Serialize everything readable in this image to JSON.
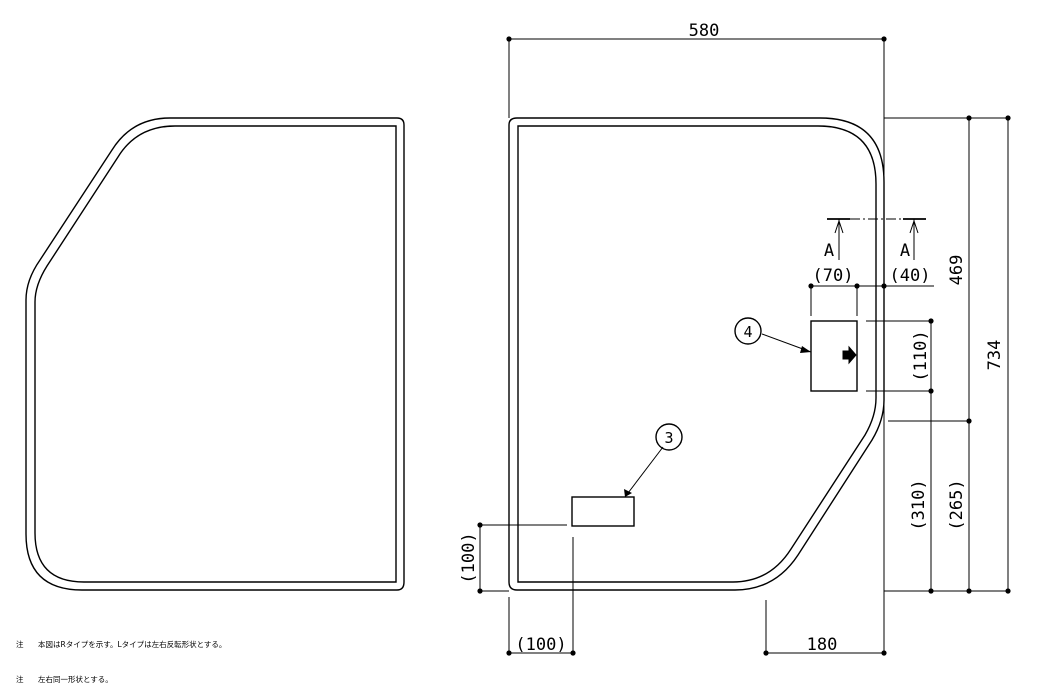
{
  "dimensions": {
    "overall_width": "580",
    "overall_height": "734",
    "upper_height": "469",
    "offset_70": "(70)",
    "offset_40": "(40)",
    "height_110": "(110)",
    "lower_310": "(310)",
    "lower_265": "(265)",
    "left_100_vertical": "(100)",
    "left_100_horizontal": "(100)",
    "bottom_180": "180"
  },
  "section_marks": {
    "left": "A",
    "right": "A"
  },
  "callouts": {
    "part_3": "3",
    "part_4": "4"
  },
  "notes": [
    {
      "mark": "注",
      "text": "本図はRタイプを示す。Lタイプは左右反転形状とする。"
    },
    {
      "mark": "注",
      "text": "左右同一形状とする。"
    }
  ]
}
